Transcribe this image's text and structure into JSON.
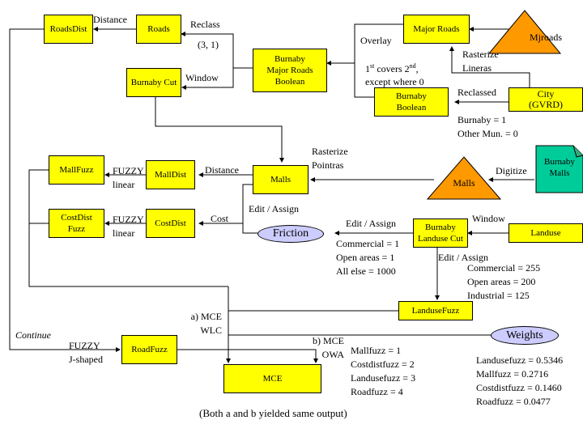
{
  "nodes": {
    "roads_dist": "RoadsDist",
    "roads": "Roads",
    "major_roads": "Major Roads",
    "mjroads": "Mjroads",
    "burnaby_major_roads_boolean": [
      "Burnaby",
      "Major Roads",
      "Boolean"
    ],
    "burnaby_cut": "Burnaby Cut",
    "burnaby_boolean": [
      "Burnaby",
      "Boolean"
    ],
    "city_gvrd": [
      "City",
      "(GVRD)"
    ],
    "mall_fuzz": "MallFuzz",
    "mall_dist": "MallDist",
    "malls_raster": "Malls",
    "malls_vector": "Malls",
    "burnaby_malls": [
      "Burnaby",
      "Malls"
    ],
    "costdist_fuzz": [
      "CostDist",
      "Fuzz"
    ],
    "costdist": "CostDist",
    "friction": "Friction",
    "burnaby_landuse_cut": [
      "Burnaby",
      "Landuse Cut"
    ],
    "landuse": "Landuse",
    "landuse_fuzz": "LanduseFuzz",
    "road_fuzz": "RoadFuzz",
    "mce": "MCE",
    "weights": "Weights"
  },
  "labels": {
    "distance_roads": "Distance",
    "reclass": "Reclass",
    "reclass_values": "(3, 1)",
    "window_cut": "Window",
    "overlay": "Overlay",
    "covers_line1_a": "1",
    "covers_line1_sup1": "st",
    "covers_line1_b": " covers 2",
    "covers_line1_sup2": "nd",
    "covers_line1_c": ",",
    "covers_line2": "except where 0",
    "rasterize_lineras": [
      "Rasterize",
      "Lineras"
    ],
    "reclassed": "Reclassed",
    "burnaby_reclass": [
      "Burnaby = 1",
      "Other Mun. = 0"
    ],
    "rasterize_pointras": [
      "Rasterize",
      "Pointras"
    ],
    "digitize": "Digitize",
    "fuzzy_mall": [
      "FUZZY",
      "linear"
    ],
    "distance_mall": "Distance",
    "fuzzy_cost": [
      "FUZZY",
      "linear"
    ],
    "cost": "Cost",
    "edit_assign_malls": "Edit / Assign",
    "edit_assign_friction": "Edit / Assign",
    "friction_values": [
      "Commercial = 1",
      "Open areas = 1",
      "All else = 1000"
    ],
    "window_landuse": "Window",
    "edit_assign_landuse": "Edit / Assign",
    "landuse_values": [
      "Commercial = 255",
      "Open areas = 200",
      "Industrial = 125"
    ],
    "mce_wlc": [
      "a) MCE",
      "WLC"
    ],
    "mce_owa": [
      "b) MCE",
      "OWA"
    ],
    "continue": "Continue",
    "fuzzy_road": [
      "FUZZY",
      "J-shaped"
    ],
    "owa_order": [
      "Mallfuzz = 1",
      "Costdistfuzz = 2",
      "Landusefuzz = 3",
      "Roadfuzz = 4"
    ],
    "weights_values": [
      "Landusefuzz = 0.5346",
      "Mallfuzz = 0.2716",
      "Costdistfuzz = 0.1460",
      "Roadfuzz = 0.0477"
    ],
    "footnote": "(Both a and b yielded same output)"
  },
  "colors": {
    "raster_box": "#ffff00",
    "vector_triangle": "#ff9900",
    "document": "#00cc99",
    "ellipse": "#ccccff",
    "line": "#000000"
  }
}
